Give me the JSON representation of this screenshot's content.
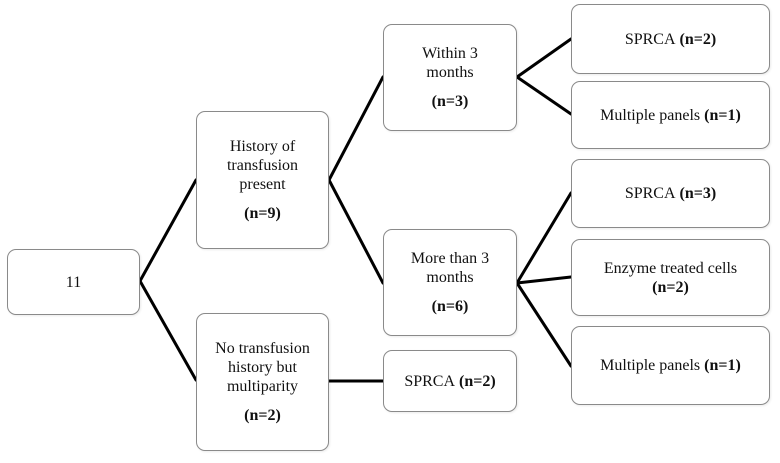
{
  "nodes": {
    "root": {
      "count": "11"
    },
    "transfusion": {
      "label": "History of\ntransfusion\npresent",
      "count": "(n=9)"
    },
    "no_transfusion": {
      "label": "No transfusion\nhistory but\nmultiparity",
      "count": "(n=2)"
    },
    "within3": {
      "label": "Within 3\nmonths",
      "count": "(n=3)"
    },
    "more3": {
      "label": "More than 3\nmonths",
      "count": "(n=6)"
    },
    "sprca_no_trans": {
      "label": "SPRCA",
      "count": "(n=2)"
    },
    "within_sprca": {
      "label": "SPRCA",
      "count": "(n=2)"
    },
    "within_panels": {
      "label": "Multiple panels",
      "count": "(n=1)"
    },
    "more_sprca": {
      "label": "SPRCA",
      "count": "(n=3)"
    },
    "more_enzyme": {
      "label": "Enzyme treated cells",
      "count": "(n=2)"
    },
    "more_panels": {
      "label": "Multiple panels",
      "count": "(n=1)"
    }
  }
}
